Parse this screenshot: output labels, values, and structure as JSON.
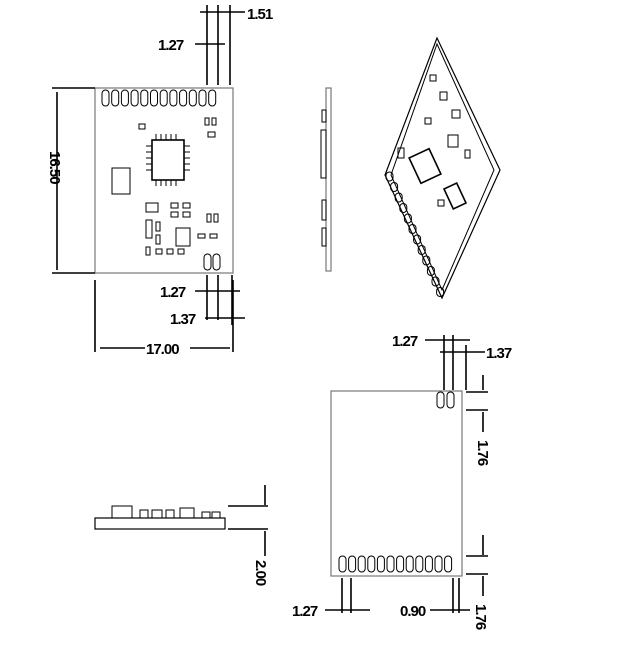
{
  "drawing": {
    "top_view": {
      "dim_pad_offset_top": "1.51",
      "dim_pitch_top": "1.27",
      "dim_height": "16.50",
      "dim_pitch_bottom": "1.27",
      "dim_pad_offset_bottom": "1.37",
      "dim_width": "17.00"
    },
    "bottom_view": {
      "dim_pitch_top": "1.27",
      "dim_offset_top": "1.37",
      "dim_edge_top": "1.76",
      "dim_pitch_bottom": "1.27",
      "dim_pad_width": "0.90",
      "dim_edge_bottom": "1.76"
    },
    "side_view": {
      "dim_thickness": "2.00"
    },
    "colors": {
      "line": "#000000",
      "board_outline": "#777777"
    }
  }
}
